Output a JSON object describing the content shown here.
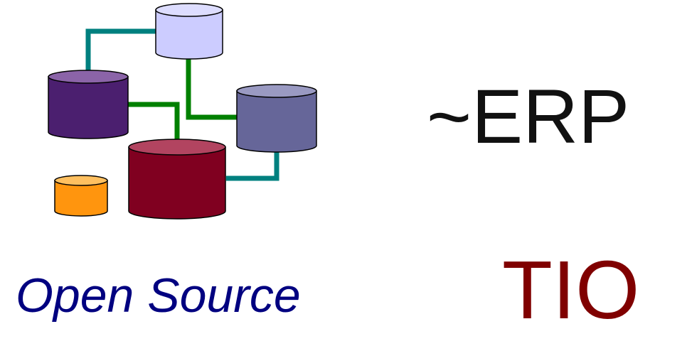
{
  "logo": {
    "connectors": [
      {
        "name": "connector-teal-top",
        "color": "#00807f"
      },
      {
        "name": "connector-green-upper",
        "color": "#008000"
      },
      {
        "name": "connector-green-lower",
        "color": "#008000"
      },
      {
        "name": "connector-teal-bottom",
        "color": "#00807f"
      }
    ],
    "cylinders": [
      {
        "name": "cylinder-lavender",
        "body": "#ccccff",
        "top": "#ddddff"
      },
      {
        "name": "cylinder-purple",
        "body": "#4b1f6f",
        "top": "#8b64a8"
      },
      {
        "name": "cylinder-slate",
        "body": "#666699",
        "top": "#9a9ac2"
      },
      {
        "name": "cylinder-maroon",
        "body": "#800020",
        "top": "#b24460"
      },
      {
        "name": "cylinder-orange",
        "body": "#ff950e",
        "top": "#ffc060"
      }
    ]
  },
  "erp_text": "~ERP",
  "erp_color": "#111111",
  "tio_text": "TIO",
  "tio_color": "#800000",
  "open_source_text": "Open Source",
  "open_source_color": "#000080"
}
